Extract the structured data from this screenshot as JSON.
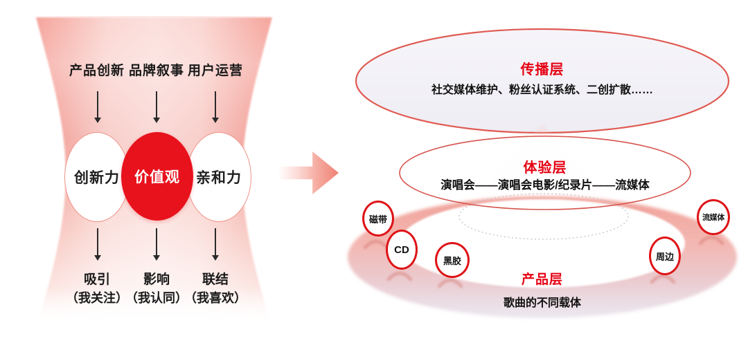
{
  "colors": {
    "accent_red": "#e60012",
    "core_circle_red": "#e8121d",
    "funnel_pink": "#f2a197",
    "ring_pink": "#f0a29b",
    "ring_lavender": "#d9cfdc",
    "ellipse_border": "#e05a52",
    "text_black": "#1a1a1a"
  },
  "left_panel": {
    "top_labels": [
      "产品创新",
      "品牌叙事",
      "用户运营"
    ],
    "circles": [
      "创新力",
      "价值观",
      "亲和力"
    ],
    "bottom_labels": [
      {
        "title": "吸引",
        "sub": "（我关注）"
      },
      {
        "title": "影响",
        "sub": "（我认同）"
      },
      {
        "title": "联结",
        "sub": "（我喜欢）"
      }
    ]
  },
  "right_panel": {
    "layers": [
      {
        "title": "传播层",
        "subtitle": "社交媒体维护、粉丝认证系统、二创扩散……"
      },
      {
        "title": "体验层",
        "subtitle": "演唱会——演唱会电影/纪录片——流媒体"
      },
      {
        "title": "产品层",
        "subtitle": "歌曲的不同载体"
      }
    ],
    "product_chips": [
      "磁带",
      "CD",
      "黑胶",
      "周边",
      "流媒体"
    ]
  }
}
